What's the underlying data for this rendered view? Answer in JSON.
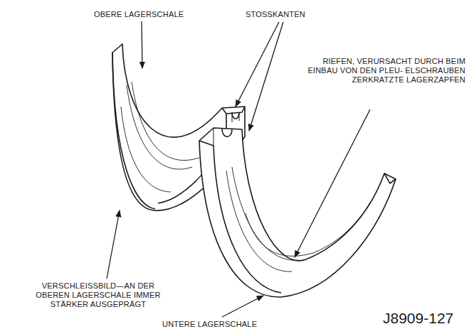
{
  "diagram": {
    "labels": [
      "OBERE LAGERSCHALE",
      "STOSSKANTEN",
      "RIEFEN, VERURSACHT DURCH BEIM EINBAU VON DEN PLEU- ELSCHRAUBEN ZERKRATZTE LAGERZAPFEN",
      "VERSCHLEISSBILD—AN DER OBEREN LAGERSCHALE IMMER STÄRKER AUSGEPRÄGT",
      "UNTERE LAGERSCHALE",
      "J8909-127"
    ]
  }
}
